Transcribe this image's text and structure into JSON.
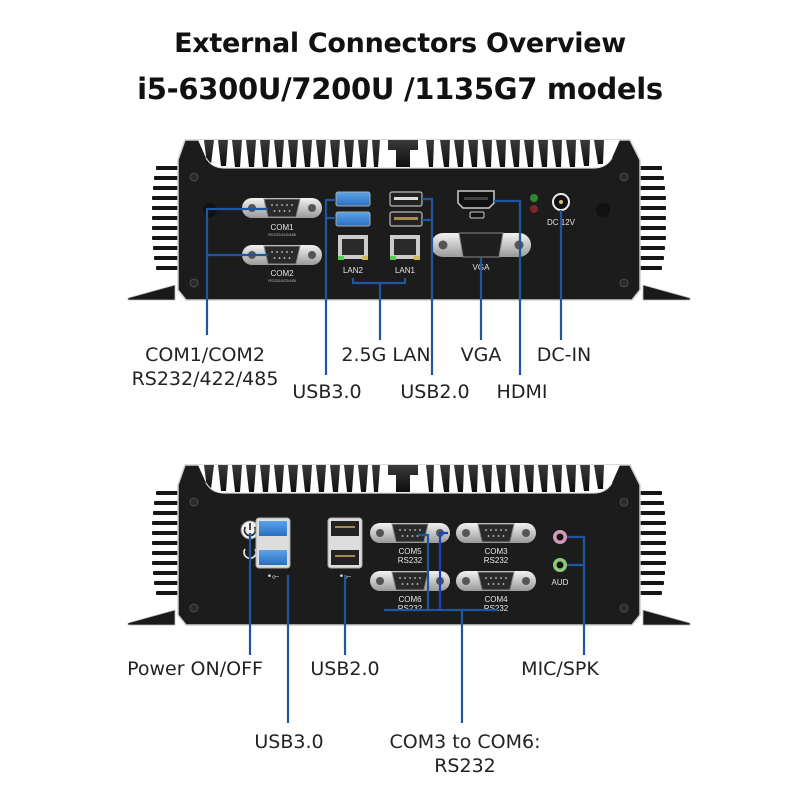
{
  "title": {
    "line1": "External Connectors Overview",
    "line2": "i5-6300U/7200U /1135G7 models"
  },
  "colors": {
    "callout_line": "#1e56a0",
    "chassis": "#1c1c1d",
    "usb3_blue": "#3a86d9",
    "led_green": "#2f8a2f",
    "led_red": "#7a2a22",
    "mic_pink": "#d59ab9",
    "spk_green": "#8fc77c"
  },
  "panel_top": {
    "port_labels": {
      "com1": "COM1",
      "com1_sub": "RS232/422/485",
      "com2": "COM2",
      "com2_sub": "RS232/422/485",
      "lan2": "LAN2",
      "lan1": "LAN1",
      "vga": "VGA",
      "dc": "DC 12V"
    },
    "callouts": {
      "com": "COM1/COM2",
      "com_sub": "RS232/422/485",
      "usb3": "USB3.0",
      "lan": "2.5G LAN",
      "usb2": "USB2.0",
      "vga": "VGA",
      "hdmi": "HDMI",
      "dc": "DC-IN"
    }
  },
  "panel_bottom": {
    "port_labels": {
      "com5": "COM5",
      "com5_sub": "RS232",
      "com3": "COM3",
      "com3_sub": "RS232",
      "com6": "COM6",
      "com6_sub": "RS232",
      "com4": "COM4",
      "com4_sub": "RS232",
      "aud": "AUD"
    },
    "callouts": {
      "power": "Power ON/OFF",
      "usb3": "USB3.0",
      "usb2": "USB2.0",
      "com": "COM3 to COM6:",
      "com_sub": "RS232",
      "audio": "MIC/SPK"
    }
  }
}
